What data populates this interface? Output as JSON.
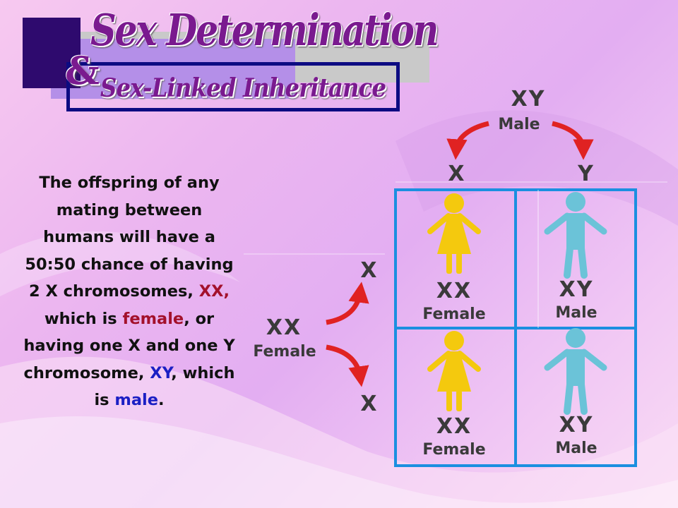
{
  "title": {
    "main": "Sex Determination",
    "ampersand": "&",
    "subtitle": "Sex-Linked Inheritance"
  },
  "body": {
    "part1": "The offspring of any mating between humans will have a 50:50 chance of having 2 X chromosomes,",
    "xx": "XX,",
    "part2": "which is",
    "female": "female",
    "part3": ", or having one X and one Y chromosome,",
    "xy": "XY",
    "part4": ",",
    "part5": "which is",
    "male": "male",
    "part6": "."
  },
  "diagram": {
    "father": {
      "genotype": "XY",
      "sex": "Male"
    },
    "mother": {
      "genotype": "XX",
      "sex": "Female"
    },
    "father_alleles": [
      "X",
      "Y"
    ],
    "mother_alleles": [
      "X",
      "X"
    ],
    "cells": [
      {
        "genotype": "XX",
        "sex": "Female"
      },
      {
        "genotype": "XY",
        "sex": "Male"
      },
      {
        "genotype": "XX",
        "sex": "Female"
      },
      {
        "genotype": "XY",
        "sex": "Male"
      }
    ],
    "colors": {
      "grid": "#1b8fe0",
      "arrow": "#e02222",
      "female_figure": "#f4c90e",
      "male_figure": "#6bc3d8",
      "label": "#3a3a3a"
    }
  }
}
